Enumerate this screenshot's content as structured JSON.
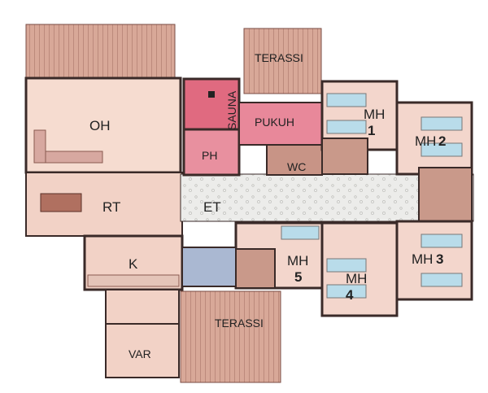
{
  "floor_plan": {
    "rooms": {
      "terrace_top": "TERASSI",
      "terrace_bottom": "TERASSI",
      "oh": "OH",
      "rt": "RT",
      "et": "ET",
      "k": "K",
      "var": "VAR",
      "sauna": "SAUNA",
      "pukuh": "PUKUH",
      "ph": "PH",
      "wc": "WC",
      "mh1": {
        "name": "MH",
        "number": "1"
      },
      "mh2": {
        "name": "MH",
        "number": "2"
      },
      "mh3": {
        "name": "MH",
        "number": "3"
      },
      "mh4": {
        "name": "MH",
        "number": "4"
      },
      "mh5": {
        "name": "MH",
        "number": "5"
      }
    },
    "colors": {
      "deck": "#d8a898",
      "living": "#f6dcd0",
      "sauna": "#e06a80",
      "wash": "#e8909f",
      "wc": "#c89486",
      "corridor": "#e6e6e4",
      "bedroom": "#f3d6cc",
      "bed": "#b9dcea",
      "utility": "#aab8d2",
      "wall": "#3a2a28"
    }
  }
}
